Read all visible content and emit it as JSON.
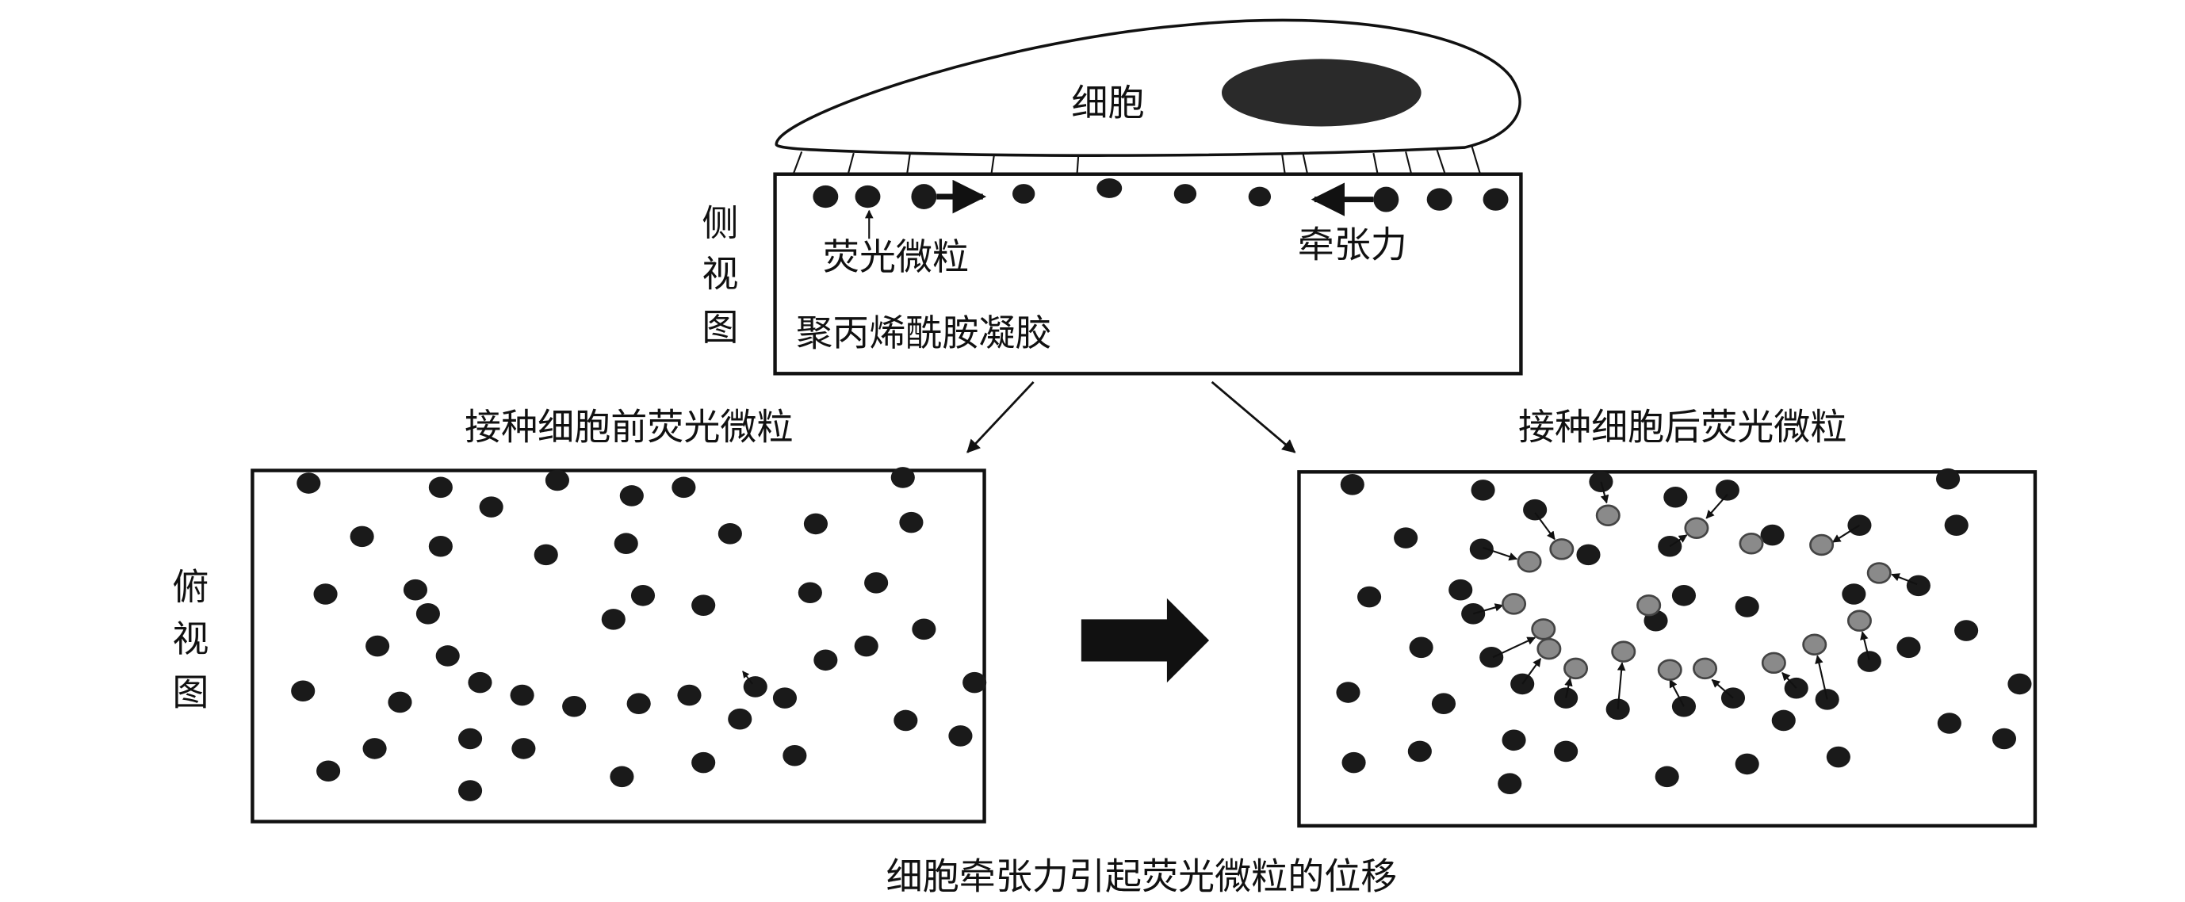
{
  "labels": {
    "cell": "细胞",
    "side_view": [
      "侧",
      "视",
      "图"
    ],
    "bead_label": "荧光微粒",
    "traction_label": "牵张力",
    "gel_label": "聚丙烯酰胺凝胶",
    "before_title": "接种细胞前荧光微粒",
    "after_title": "接种细胞后荧光微粒",
    "top_view": [
      "俯",
      "视",
      "图"
    ],
    "caption": "细胞牵张力引起荧光微粒的位移"
  },
  "colors": {
    "ink": "#111111",
    "bead": "#1a1a1a",
    "displaced_bead_fill": "#8a8a8a",
    "displaced_bead_stroke": "#444444",
    "background": "#ffffff"
  }
}
